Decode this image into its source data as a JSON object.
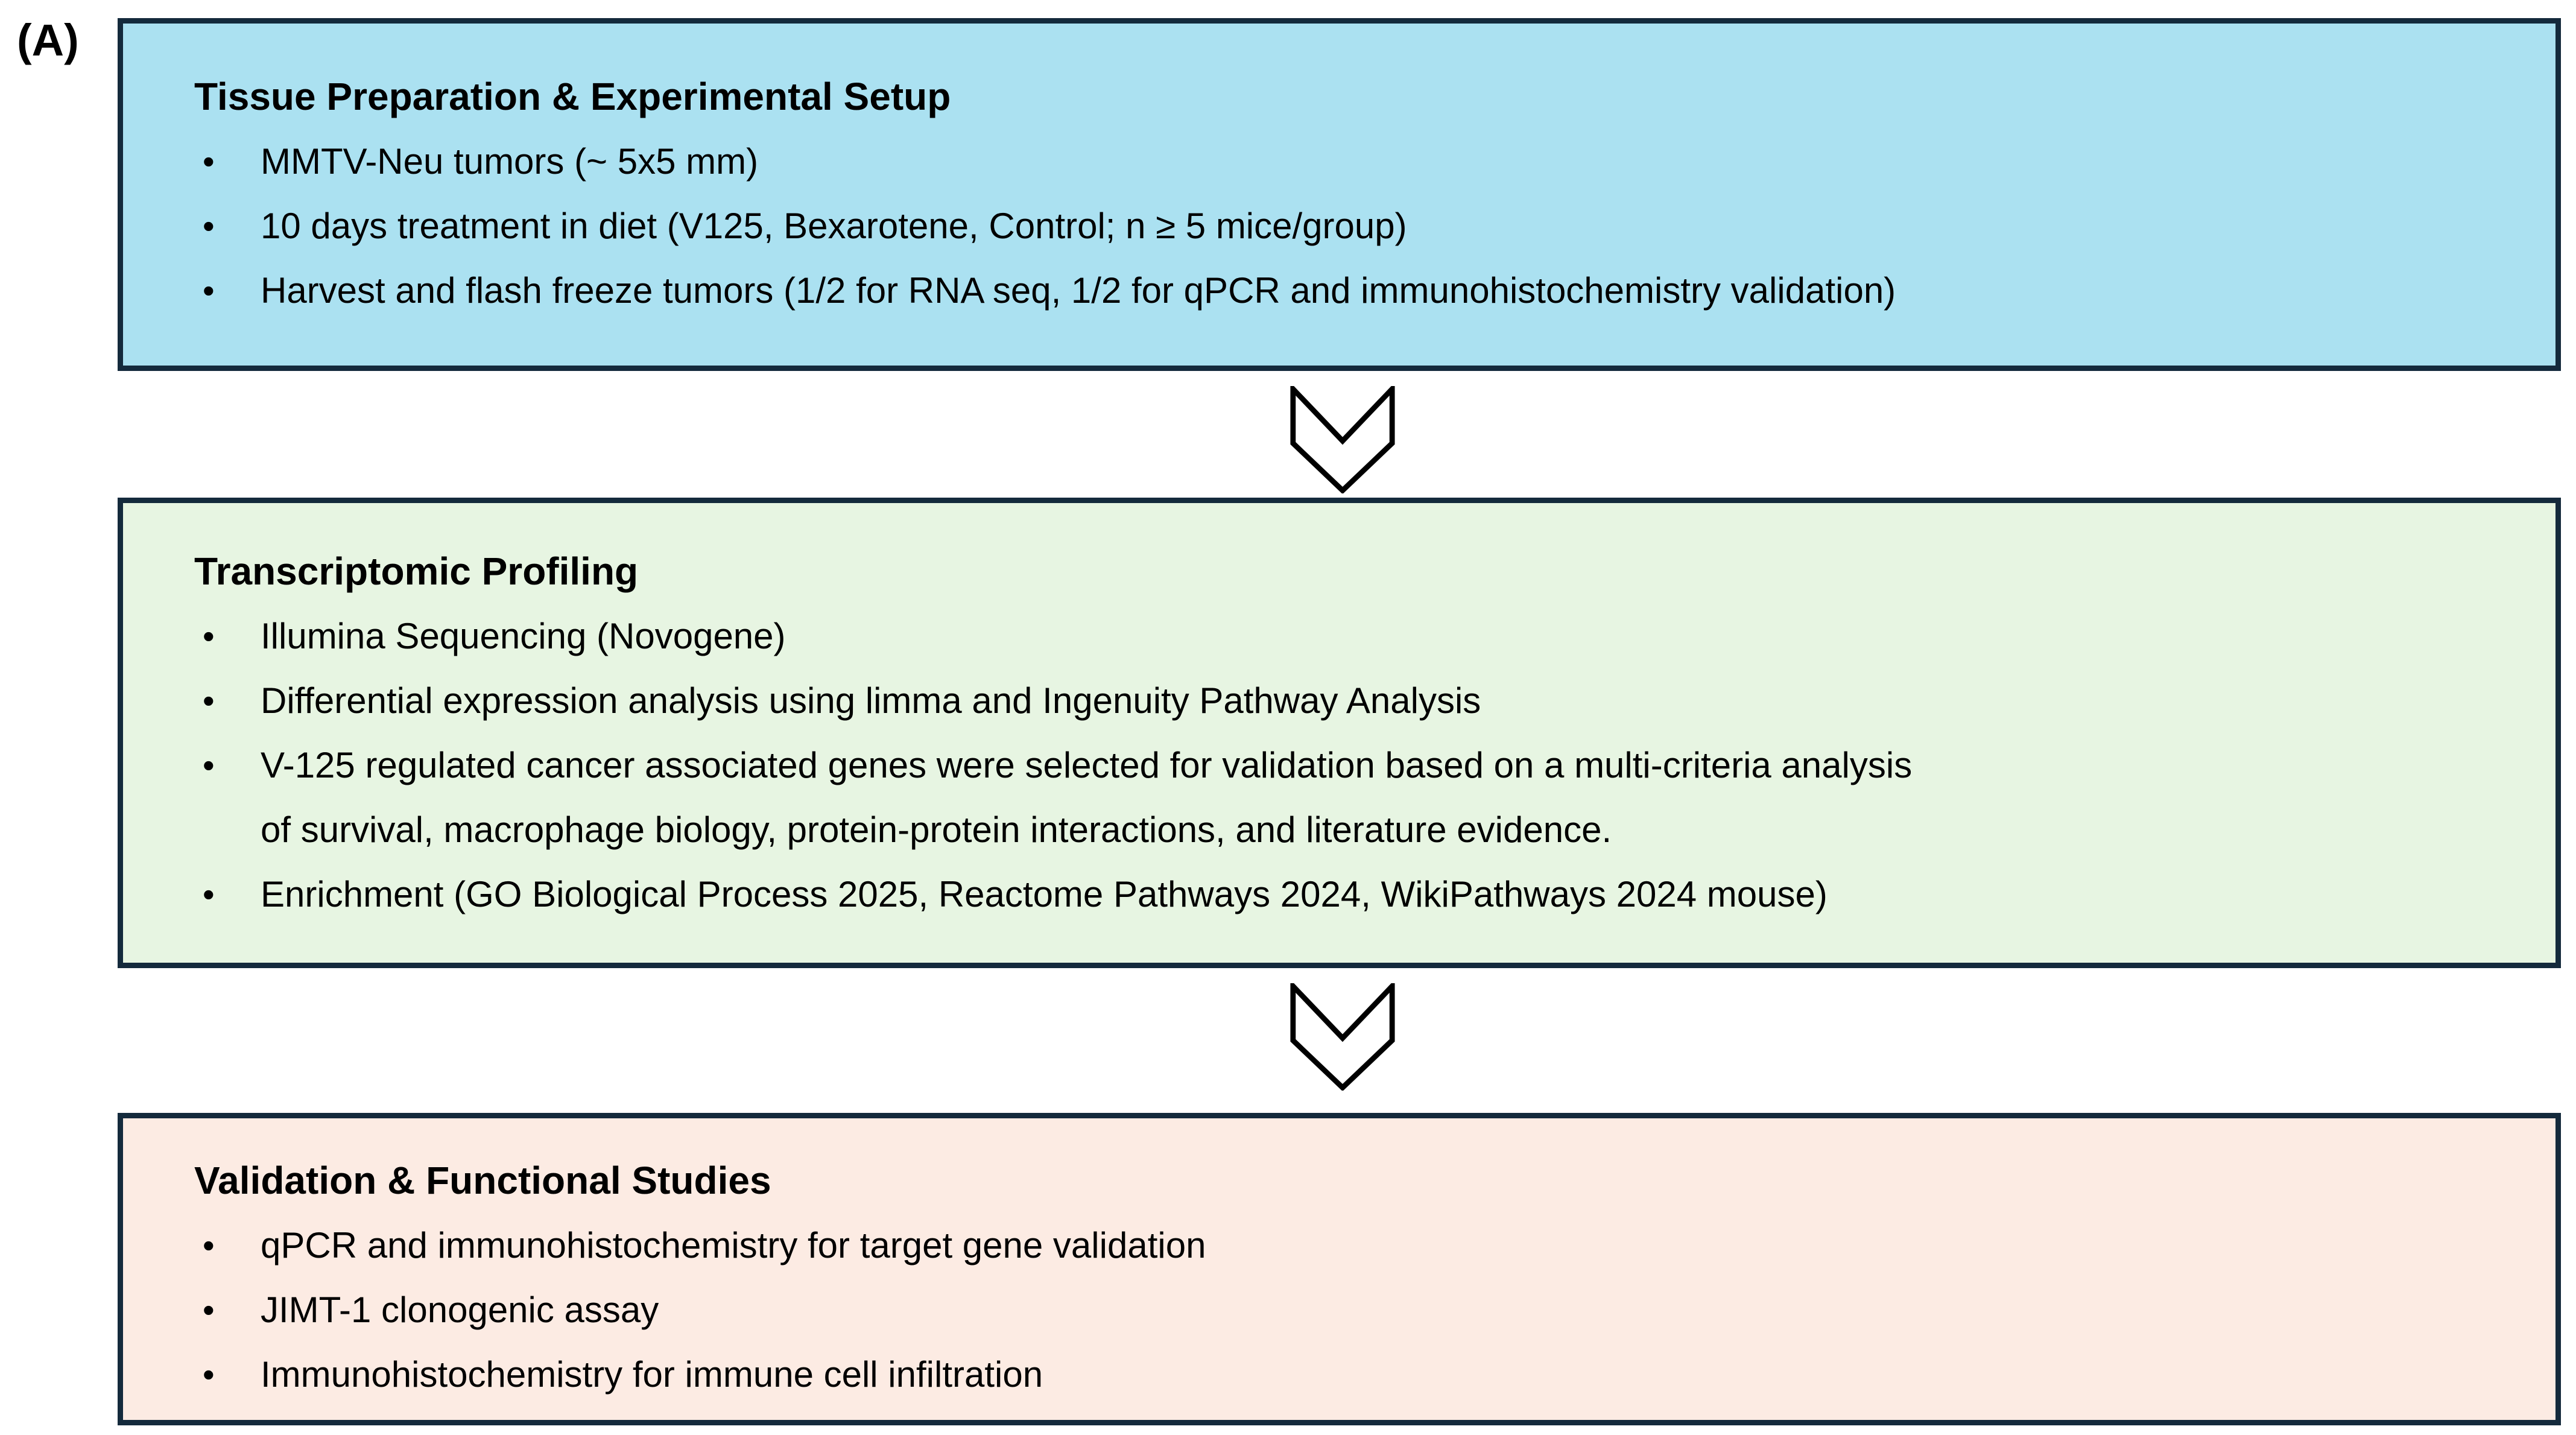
{
  "figure": {
    "panel_label": "(A)"
  },
  "colors": {
    "box1_fill": "#ABE1F1",
    "box2_fill": "#E7F5E2",
    "box3_fill": "#FCEBE3",
    "border": "#142A3C",
    "text": "#000000",
    "chevron_stroke": "#000000",
    "chevron_fill": "#FFFFFF"
  },
  "boxes": [
    {
      "title": "Tissue Preparation & Experimental Setup",
      "bullets": [
        "MMTV-Neu tumors (~ 5x5 mm)",
        "10 days treatment in diet (V125, Bexarotene, Control; n ≥ 5 mice/group)",
        "Harvest and flash freeze tumors (1/2 for RNA seq, 1/2 for qPCR and immunohistochemistry validation)"
      ]
    },
    {
      "title": "Transcriptomic Profiling",
      "bullets": [
        "Illumina Sequencing (Novogene)",
        "Differential expression analysis using limma and Ingenuity Pathway Analysis",
        "V-125 regulated cancer associated genes were selected for validation based on a multi-criteria analysis\nof survival, macrophage biology, protein-protein interactions, and literature evidence.",
        "Enrichment (GO Biological Process 2025, Reactome Pathways 2024, WikiPathways 2024 mouse)"
      ]
    },
    {
      "title": "Validation & Functional Studies",
      "bullets": [
        "qPCR and immunohistochemistry for target gene validation",
        "JIMT-1 clonogenic assay",
        "Immunohistochemistry for immune cell infiltration"
      ]
    }
  ]
}
